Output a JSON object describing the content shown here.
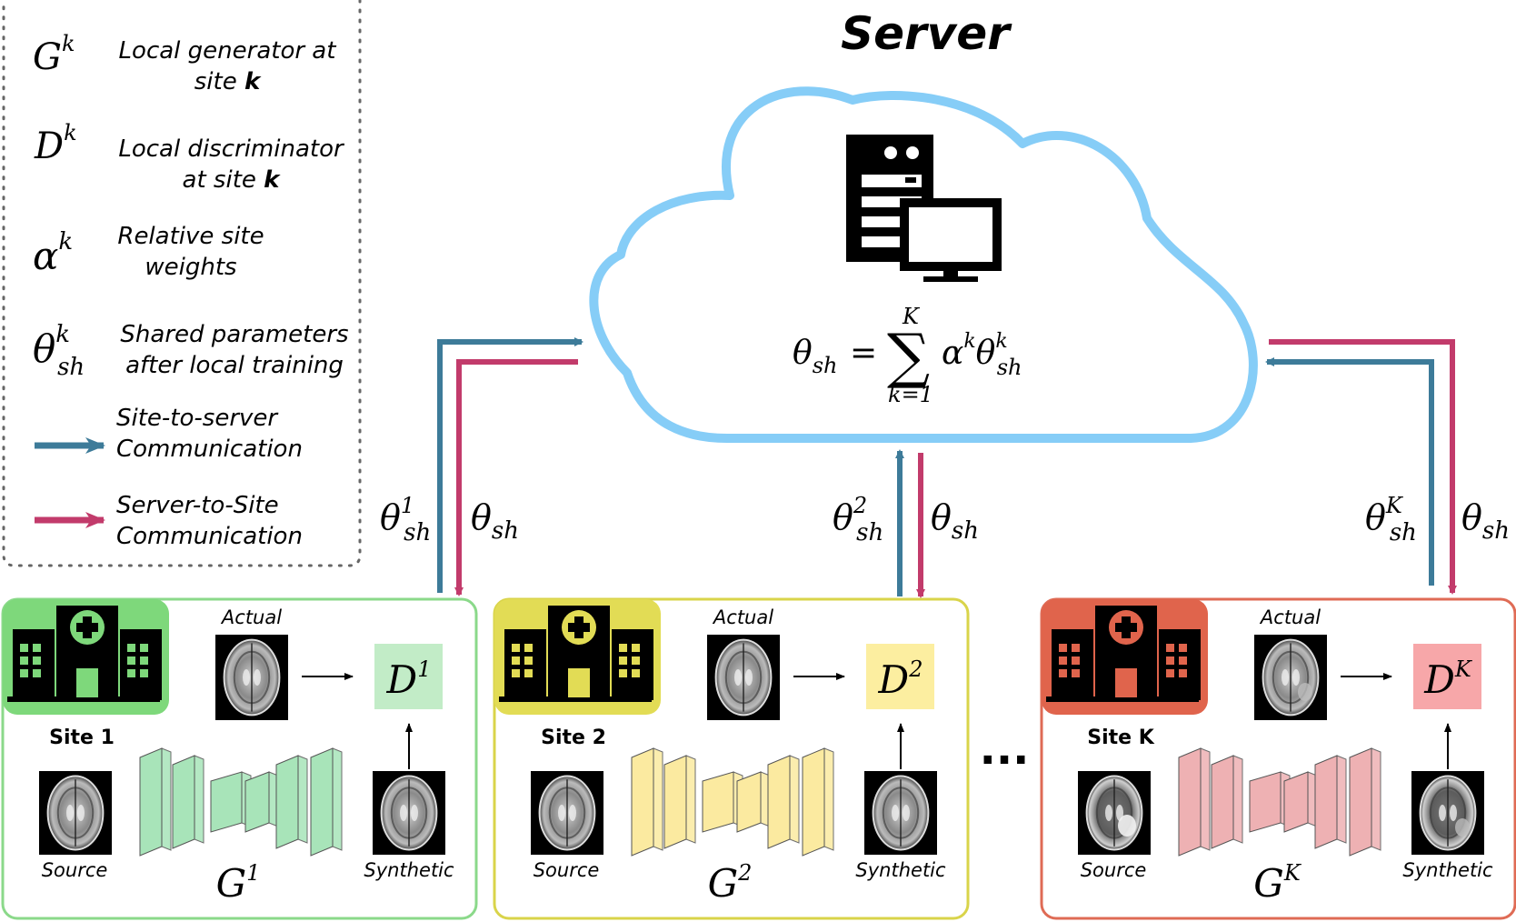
{
  "title": "Server",
  "server_formula": {
    "lhs": "θ",
    "lhs_sub": "sh",
    "equals": "=",
    "sum": "∑",
    "upper": "K",
    "lower": "k=1",
    "alpha": "α",
    "alpha_sup": "k",
    "theta": "θ",
    "theta_sup": "k",
    "theta_sub": "sh"
  },
  "legend": {
    "items": [
      {
        "symbol": "G",
        "sup": "k",
        "line1": "Local generator at",
        "line2_pre": "site ",
        "line2_bold": "k"
      },
      {
        "symbol": "D",
        "sup": "k",
        "line1": "Local discriminator",
        "line2_pre": "at site ",
        "line2_bold": "k"
      },
      {
        "symbol": "α",
        "sup": "k",
        "line1": "Relative site",
        "line2_pre": "weights",
        "line2_bold": ""
      },
      {
        "symbol": "θ",
        "sup": "k",
        "sub": "sh",
        "line1": "Shared parameters",
        "line2_pre": "after local training",
        "line2_bold": ""
      }
    ],
    "arrows": [
      {
        "line1": "Site-to-server",
        "line2": "Communication",
        "color": "#3d7b99"
      },
      {
        "line1": "Server-to-Site",
        "line2": "Communication",
        "color": "#c23b6b"
      }
    ]
  },
  "link_labels": [
    {
      "up_theta": "θ",
      "up_sup": "1",
      "up_sub": "sh",
      "down_theta": "θ",
      "down_sub": "sh"
    },
    {
      "up_theta": "θ",
      "up_sup": "2",
      "up_sub": "sh",
      "down_theta": "θ",
      "down_sub": "sh"
    },
    {
      "up_theta": "θ",
      "up_sup": "K",
      "up_sub": "sh",
      "down_theta": "θ",
      "down_sub": "sh"
    }
  ],
  "sites": [
    {
      "name": "Site 1",
      "accent": "#7ed87b",
      "border": "#8bd98a",
      "gen_fill": "#a8e4b9",
      "disc_fill": "#c2ecc7",
      "actual": "Actual",
      "source": "Source",
      "synthetic": "Synthetic",
      "gen": "G",
      "gen_sup": "1",
      "disc": "D",
      "disc_sup": "1"
    },
    {
      "name": "Site 2",
      "accent": "#e2dc55",
      "border": "#d9d44a",
      "gen_fill": "#fbeaa0",
      "disc_fill": "#fceea0",
      "actual": "Actual",
      "source": "Source",
      "synthetic": "Synthetic",
      "gen": "G",
      "gen_sup": "2",
      "disc": "D",
      "disc_sup": "2"
    },
    {
      "name": "Site K",
      "accent": "#e0644c",
      "border": "#df6b55",
      "gen_fill": "#eeb1b3",
      "disc_fill": "#f7a7a9",
      "actual": "Actual",
      "source": "Source",
      "synthetic": "Synthetic",
      "gen": "G",
      "gen_sup": "K",
      "disc": "D",
      "disc_sup": "K"
    }
  ],
  "ellipsis": "...",
  "colors": {
    "cloud": "#86cdf7",
    "up": "#3d7b99",
    "down": "#c23b6b"
  }
}
